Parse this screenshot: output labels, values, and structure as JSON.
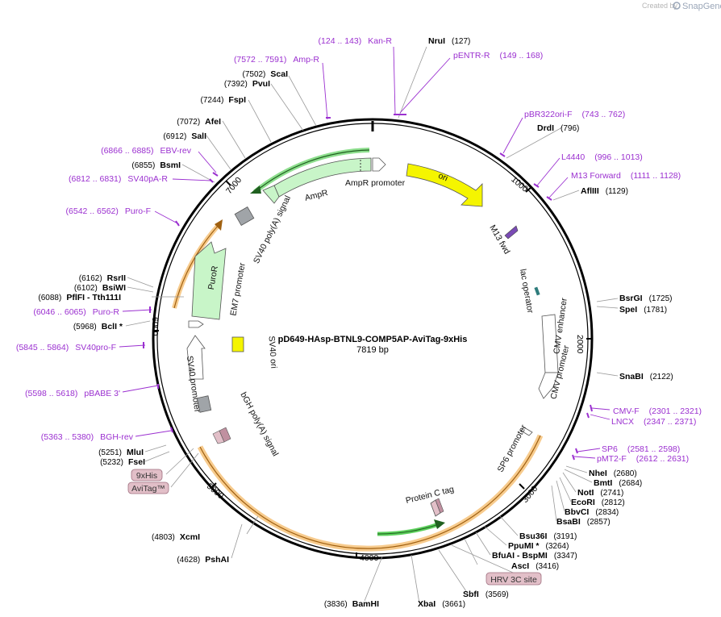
{
  "header": {
    "created_by": "Created by",
    "brand": "SnapGene"
  },
  "plasmid": {
    "name": "pD649-HAsp-BTNL9-COMP5AP-AviTag-9xHis",
    "size": "7819 bp"
  },
  "ticks": [
    "1000",
    "2000",
    "3000",
    "4000",
    "5000",
    "6000",
    "7000"
  ],
  "enzymes_right": [
    {
      "name": "NruI",
      "pos": "(127)"
    },
    {
      "name": "DrdI",
      "pos": "(796)"
    },
    {
      "name": "AflIII",
      "pos": "(1129)"
    },
    {
      "name": "BsrGI",
      "pos": "(1725)"
    },
    {
      "name": "SpeI",
      "pos": "(1781)"
    },
    {
      "name": "SnaBI",
      "pos": "(2122)"
    },
    {
      "name": "NheI",
      "pos": "(2680)"
    },
    {
      "name": "BmtI",
      "pos": "(2684)"
    },
    {
      "name": "NotI",
      "pos": "(2741)"
    },
    {
      "name": "EcoRI",
      "pos": "(2812)"
    },
    {
      "name": "BbvCI",
      "pos": "(2834)"
    },
    {
      "name": "BsaBI",
      "pos": "(2857)"
    },
    {
      "name": "Bsu36I",
      "pos": "(3191)"
    },
    {
      "name": "PpuMI *",
      "pos": "(3264)"
    },
    {
      "name": "BfuAI  -  BspMI",
      "pos": "(3347)"
    },
    {
      "name": "AscI",
      "pos": "(3416)"
    },
    {
      "name": "SbfI",
      "pos": "(3569)"
    },
    {
      "name": "XbaI",
      "pos": "(3661)"
    }
  ],
  "enzymes_left": [
    {
      "name": "ScaI",
      "pos": "(7502)"
    },
    {
      "name": "PvuI",
      "pos": "(7392)"
    },
    {
      "name": "FspI",
      "pos": "(7244)"
    },
    {
      "name": "AfeI",
      "pos": "(7072)"
    },
    {
      "name": "SalI",
      "pos": "(6912)"
    },
    {
      "name": "BsmI",
      "pos": "(6855)"
    },
    {
      "name": "RsrII",
      "pos": "(6162)"
    },
    {
      "name": "BsiWI",
      "pos": "(6102)"
    },
    {
      "name": "PflFI  -  Tth111I",
      "pos": "(6088)"
    },
    {
      "name": "BclI *",
      "pos": "(5968)"
    },
    {
      "name": "MluI",
      "pos": "(5251)"
    },
    {
      "name": "FseI",
      "pos": "(5232)"
    },
    {
      "name": "XcmI",
      "pos": "(4803)"
    },
    {
      "name": "PshAI",
      "pos": "(4628)"
    },
    {
      "name": "BamHI",
      "pos": "(3836)"
    }
  ],
  "primers": [
    {
      "name": "Kan-R",
      "range": "(124 .. 143)"
    },
    {
      "name": "pENTR-R",
      "range": "(149 .. 168)"
    },
    {
      "name": "Amp-R",
      "range": "(7572 .. 7591)"
    },
    {
      "name": "pBR322ori-F",
      "range": "(743 .. 762)"
    },
    {
      "name": "L4440",
      "range": "(996 .. 1013)"
    },
    {
      "name": "M13 Forward",
      "range": "(1111 .. 1128)"
    },
    {
      "name": "EBV-rev",
      "range": "(6866 .. 6885)"
    },
    {
      "name": "SV40pA-R",
      "range": "(6812 .. 6831)"
    },
    {
      "name": "Puro-F",
      "range": "(6542 .. 6562)"
    },
    {
      "name": "Puro-R",
      "range": "(6046 .. 6065)"
    },
    {
      "name": "SV40pro-F",
      "range": "(5845 .. 5864)"
    },
    {
      "name": "pBABE 3'",
      "range": "(5598 .. 5618)"
    },
    {
      "name": "BGH-rev",
      "range": "(5363 .. 5380)"
    },
    {
      "name": "CMV-F",
      "range": "(2301 .. 2321)"
    },
    {
      "name": "LNCX",
      "range": "(2347 .. 2371)"
    },
    {
      "name": "SP6",
      "range": "(2581 .. 2598)"
    },
    {
      "name": "pMT2-F",
      "range": "(2612 .. 2631)"
    }
  ],
  "features": {
    "ampr_promoter": "AmpR promoter",
    "ampr": "AmpR",
    "ori": "ori",
    "m13_fwd": "M13 fwd",
    "lac_operator": "lac operator",
    "cmv_enhancer": "CMV enhancer",
    "cmv_promoter": "CMV promoter",
    "sp6_promoter": "SP6 promoter",
    "protein_c_tag": "Protein C tag",
    "sv40_polya": "SV40 poly(A) signal",
    "puror": "PuroR",
    "em7_promoter": "EM7 promoter",
    "sv40_promoter": "SV40 promoter",
    "sv40_ori": "SV40 ori",
    "bgh_polya": "bGH poly(A) signal"
  },
  "tags": {
    "his": "9xHis",
    "avi": "AviTag™",
    "hrv": "HRV 3C site"
  },
  "colors": {
    "primer": "#9b30d0",
    "ampr_fill": "#c8f5c8",
    "ori_fill": "#f5f500",
    "orf_orange": "#f0a030",
    "green_arrow": "#5cd05c",
    "grey_box": "#a0a4a8",
    "tag_fill": "#e2bfc8"
  }
}
